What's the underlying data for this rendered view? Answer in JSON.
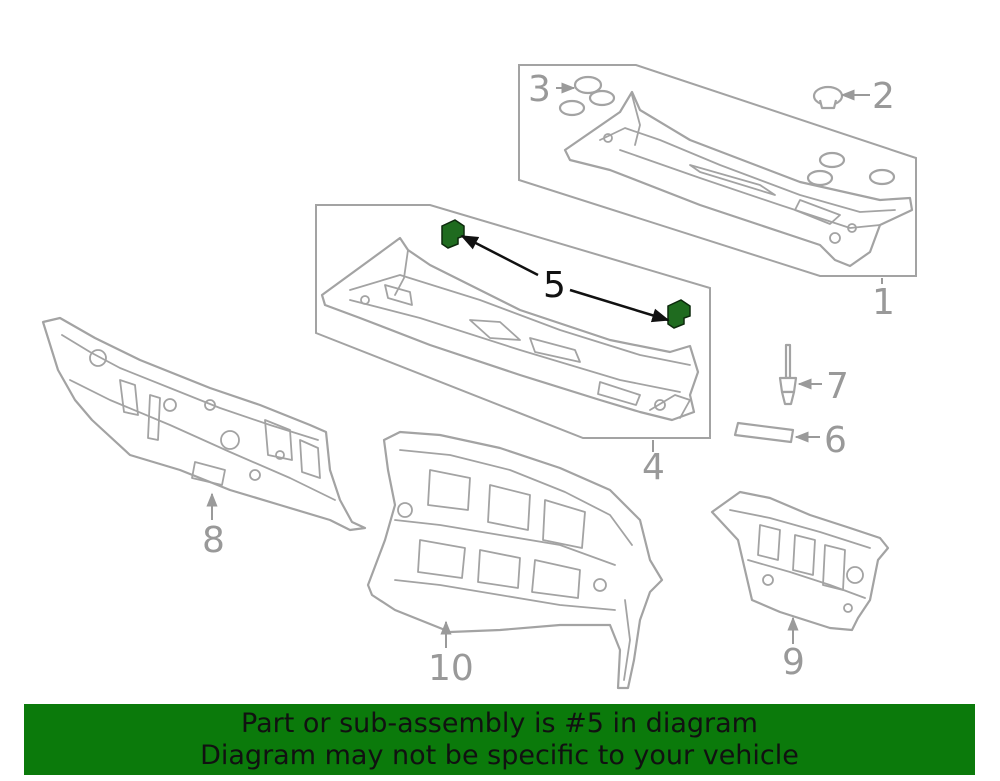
{
  "diagram": {
    "callouts": {
      "c1": "1",
      "c2": "2",
      "c3": "3",
      "c4": "4",
      "c5": "5",
      "c6": "6",
      "c7": "7",
      "c8": "8",
      "c9": "9",
      "c10": "10"
    },
    "highlight_part": "5",
    "highlight_color": "#1f6b1f"
  },
  "banner": {
    "line1": "Part or sub-assembly is #5 in diagram",
    "line2": "Diagram may not be specific to your vehicle",
    "background": "#0b7a0b"
  }
}
